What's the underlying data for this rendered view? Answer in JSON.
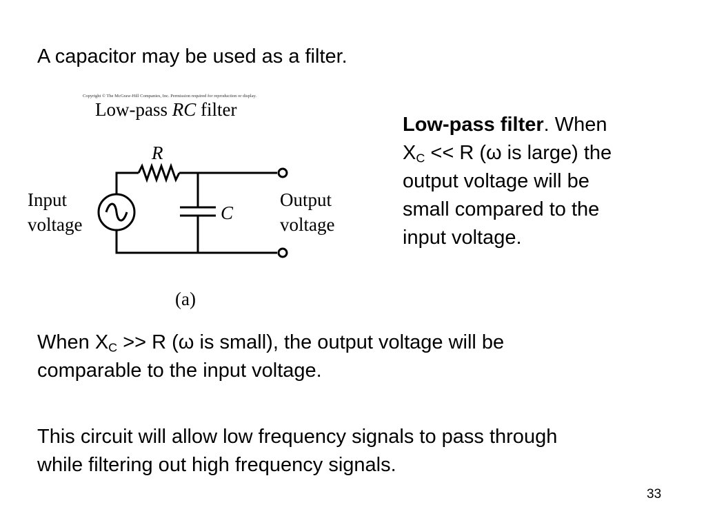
{
  "slide": {
    "heading": "A capacitor may be used as a filter.",
    "figure": {
      "copyright": "Copyright © The McGraw-Hill Companies, Inc. Permission required for reproduction or display.",
      "title_part1": "Low-pass ",
      "title_italic": "RC",
      "title_part2": " filter",
      "resistor_label": "R",
      "capacitor_label": "C",
      "input_label_line1": "Input",
      "input_label_line2": "voltage",
      "output_label_line1": "Output",
      "output_label_line2": "voltage",
      "caption": "(a)"
    },
    "side_text": {
      "bold": "Low-pass filter",
      "after_bold": ".  When",
      "xc_main": "X",
      "xc_sub": "C",
      "line2_rest": " << R (ω is large) the",
      "line3": "output voltage will be",
      "line4": "small compared to the",
      "line5": "input voltage."
    },
    "para_1": {
      "prefix": "When X",
      "sub": "C",
      "rest1": " >> R (ω is small), the output voltage will be",
      "line2": "comparable to the input voltage."
    },
    "para_2": {
      "line1": "This circuit will allow low frequency signals to pass through",
      "line2": "while filtering out high frequency signals."
    },
    "page_number": "33"
  }
}
